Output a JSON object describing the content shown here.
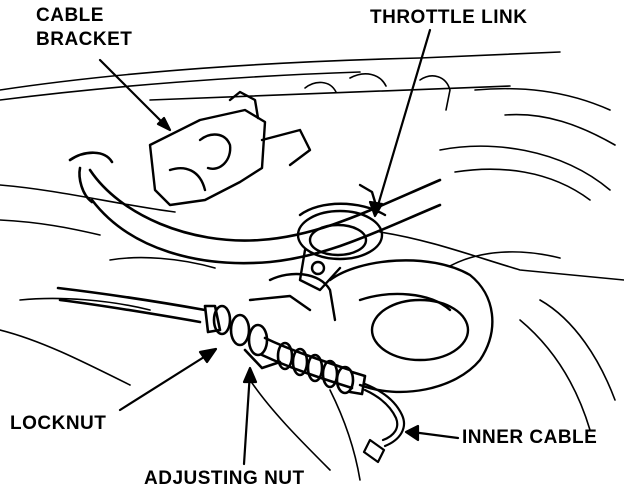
{
  "callouts": {
    "cable_bracket": [
      "CABLE",
      "BRACKET"
    ],
    "throttle_link": "THROTTLE LINK",
    "locknut": "LOCKNUT",
    "inner_cable": "INNER CABLE",
    "adjusting_nut": "ADJUSTING NUT"
  },
  "colors": {
    "ink": "#000000",
    "paper": "#ffffff"
  }
}
